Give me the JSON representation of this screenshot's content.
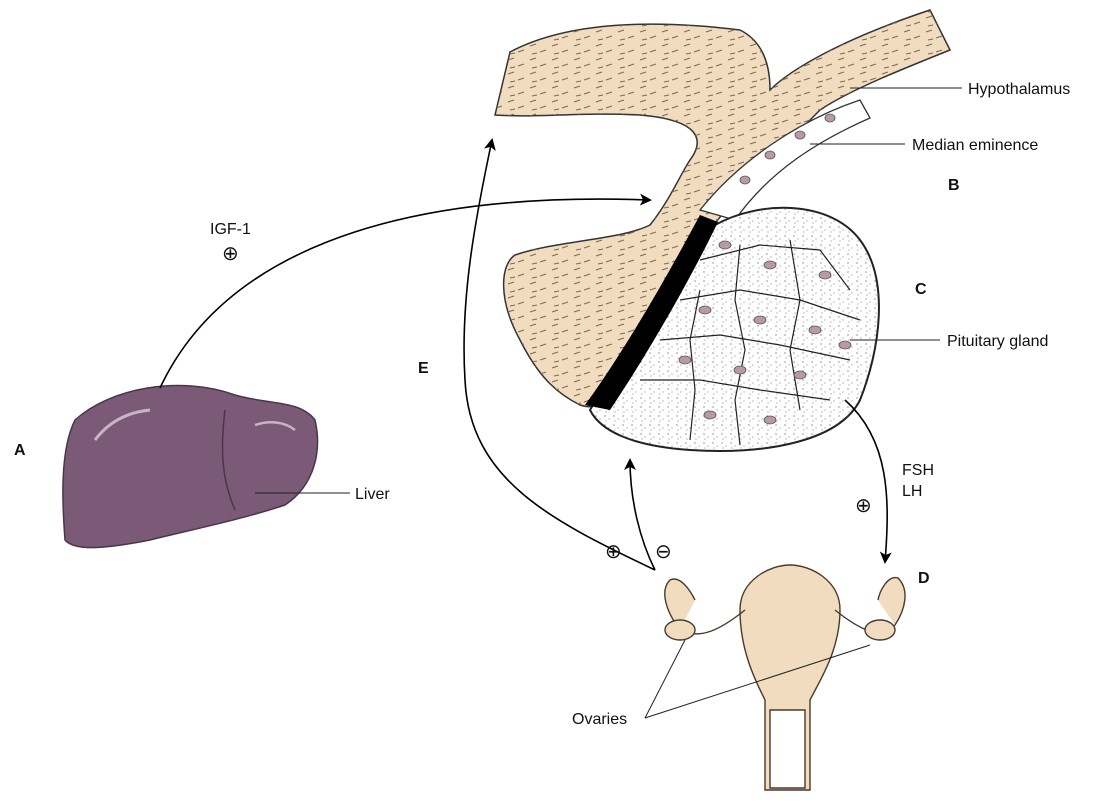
{
  "letters": {
    "a": "A",
    "b": "B",
    "c": "C",
    "d": "D",
    "e": "E"
  },
  "labels": {
    "hypothalamus": "Hypothalamus",
    "median_eminence": "Median eminence",
    "pituitary": "Pituitary gland",
    "liver": "Liver",
    "ovaries": "Ovaries",
    "igf": "IGF-1",
    "fsh": "FSH",
    "lh": "LH"
  },
  "symbols": {
    "plus": "⊕",
    "minus": "⊖"
  },
  "colors": {
    "tissue": "#f1dcc0",
    "liver": "#7a5a76",
    "cell_nucleus": "#b79aa6",
    "stalk": "#000000"
  }
}
